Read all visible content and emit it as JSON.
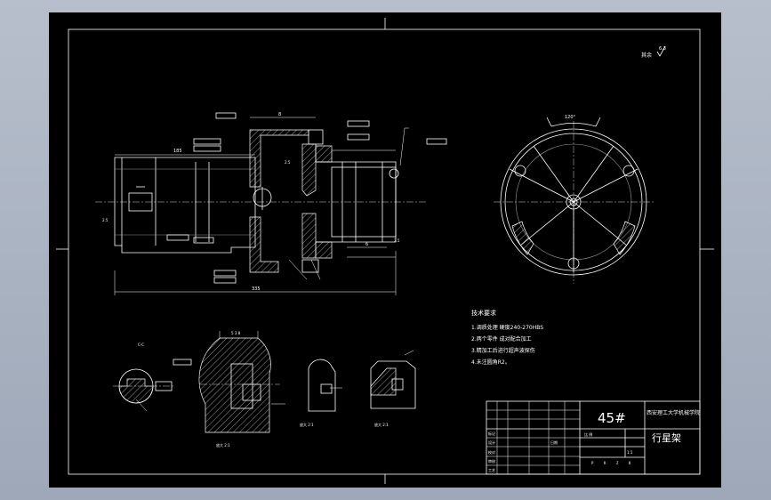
{
  "drawing": {
    "roughness_mark": "其余",
    "tech_requirements": {
      "heading": "技术要求",
      "items": [
        "1.调质处理 硬度240-270HBS",
        "2.两个零件 成对配合加工",
        "3.精加工后进行超声波探伤",
        "4.未注圆角R2。"
      ]
    },
    "section_labels": {
      "detail_1": "放大 2:1",
      "detail_2": "放大 2:1",
      "detail_3": "放大 2:1"
    },
    "colors": {
      "sheet_background": "#000000",
      "line": "#ffffff",
      "window_background": "#a9b2c1"
    }
  },
  "title_block": {
    "material": "45#",
    "university": "西安理工大学机械学院",
    "part_name": "行星架",
    "scale_header": "比 例",
    "scale": "1:1",
    "sheet_letters": [
      "P",
      "K",
      "Z",
      "K"
    ],
    "rows": [
      "标记",
      "设计",
      "校对",
      "审核",
      "工艺",
      "日期"
    ]
  }
}
